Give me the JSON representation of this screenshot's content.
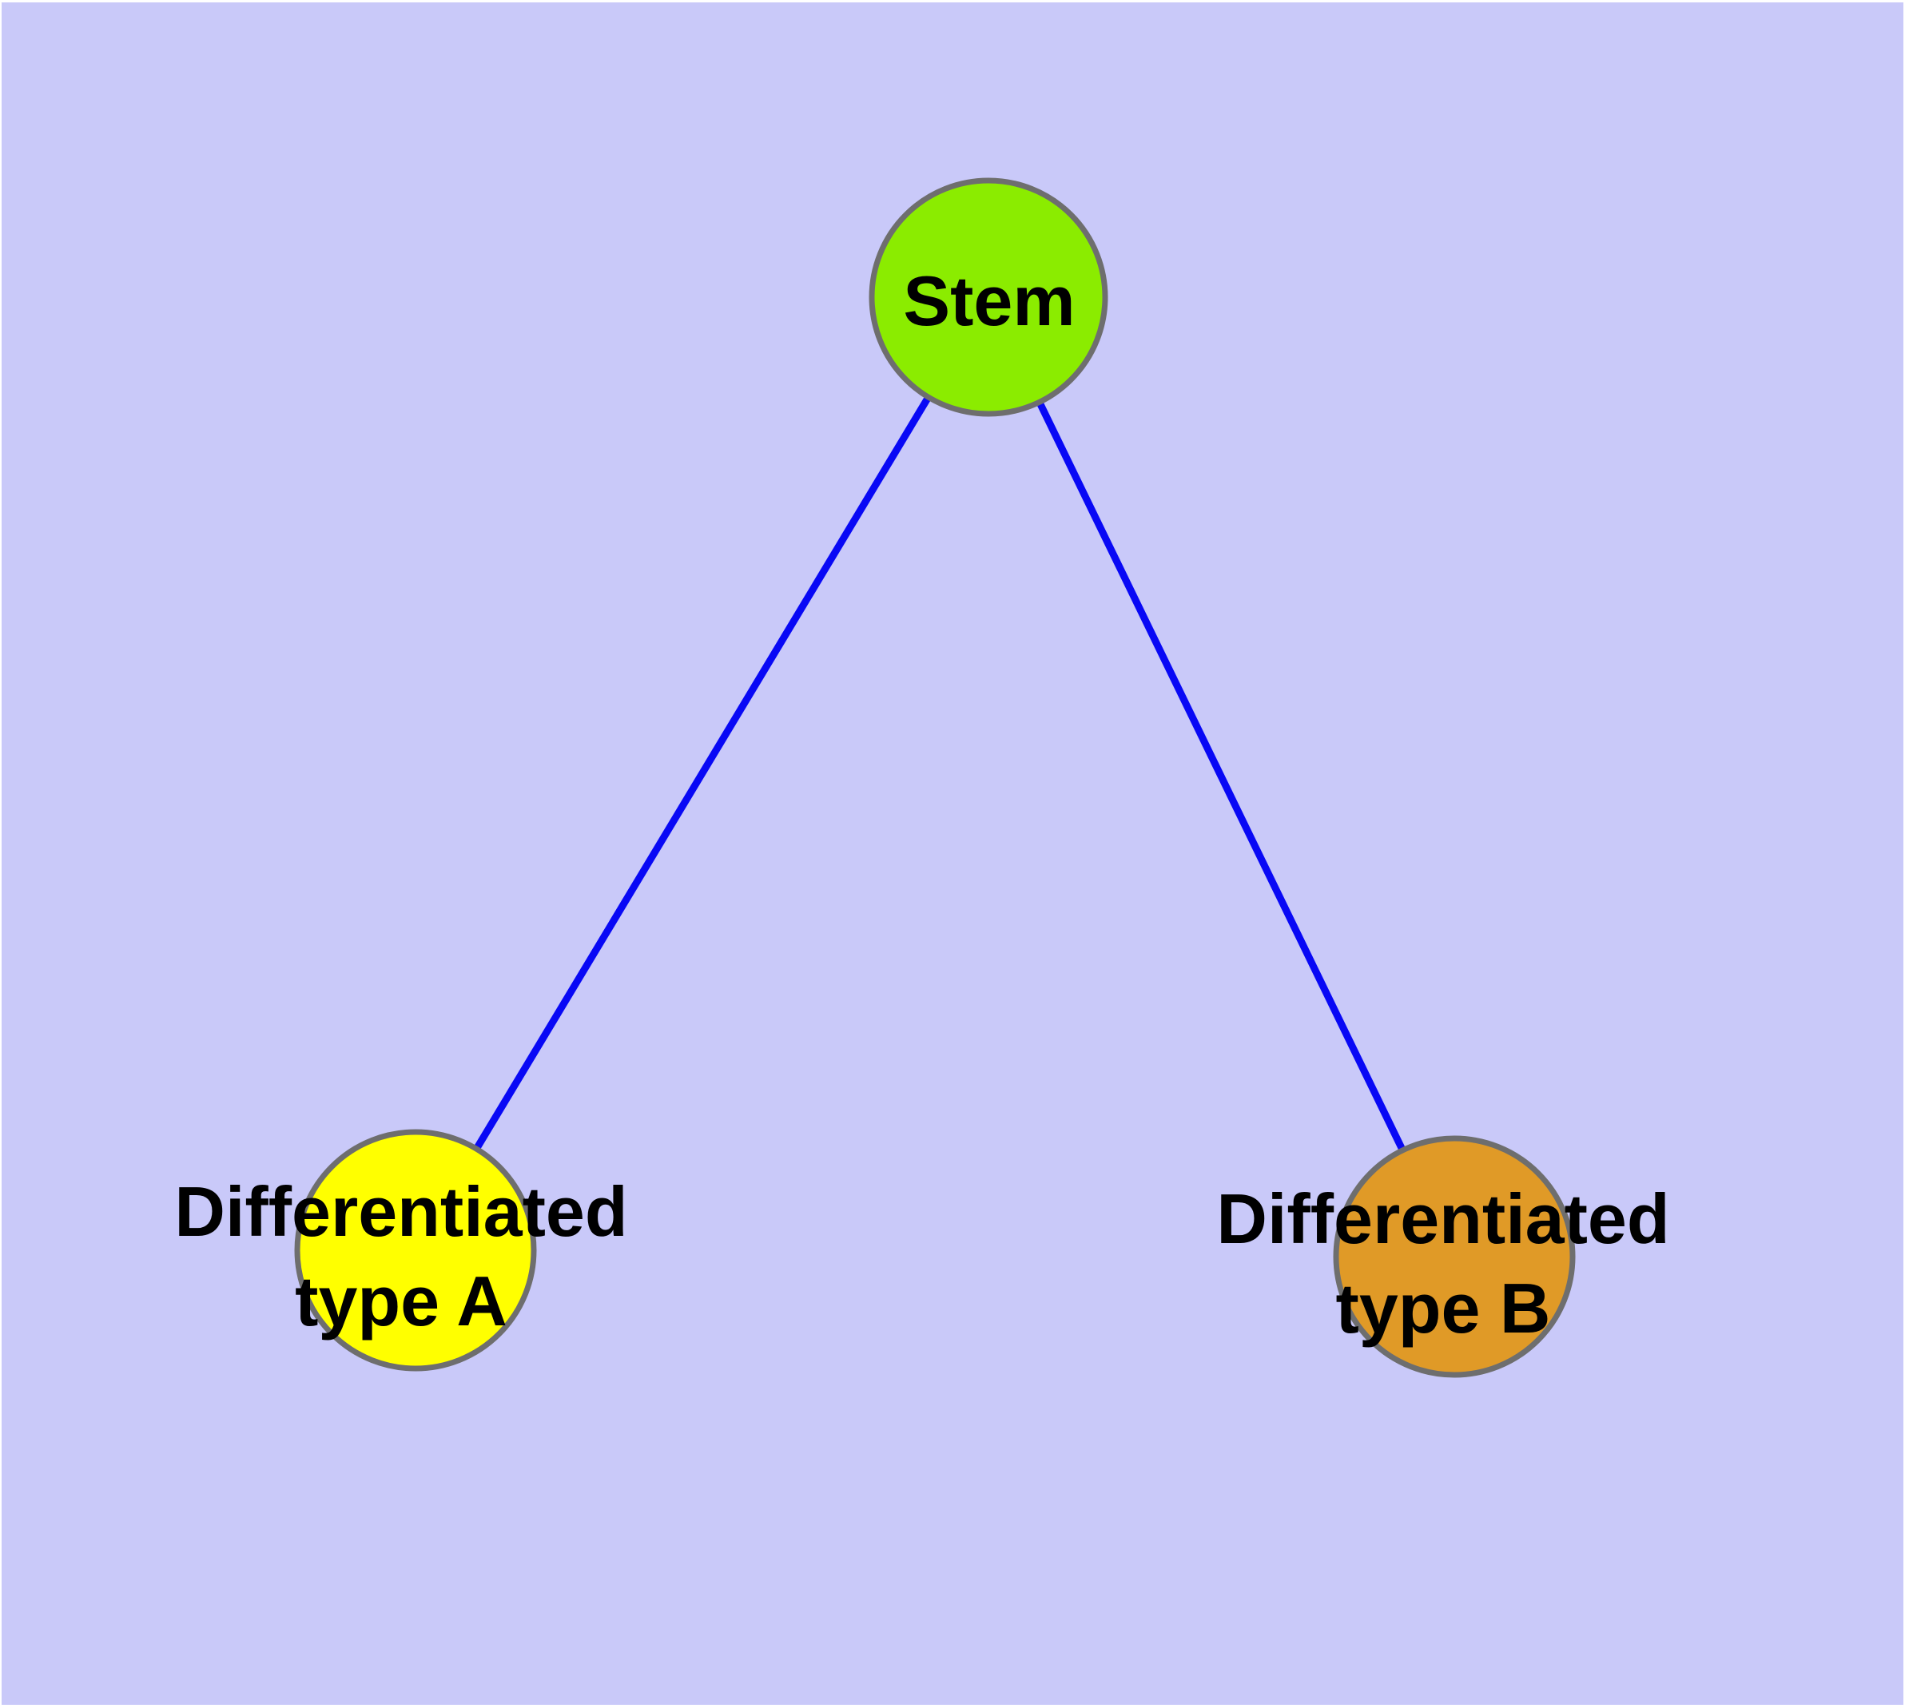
{
  "colors": {
    "page": "#FFFFFF",
    "background": "#C9C9F9",
    "edge": "#0808F5",
    "node_border": "#6E6E6E",
    "label": "#000000"
  },
  "nodes": {
    "stem": {
      "label": "Stem",
      "fill": "#8BEC00"
    },
    "type_a": {
      "label_line1": "Differentiated",
      "label_line2": "type A",
      "fill": "#FFFF00"
    },
    "type_b": {
      "label_line1": "Differentiated",
      "label_line2": "type B",
      "fill": "#E09A27"
    }
  },
  "edges": [
    {
      "from": "Stem",
      "to": "Differentiated type A"
    },
    {
      "from": "Stem",
      "to": "Differentiated type B"
    }
  ]
}
